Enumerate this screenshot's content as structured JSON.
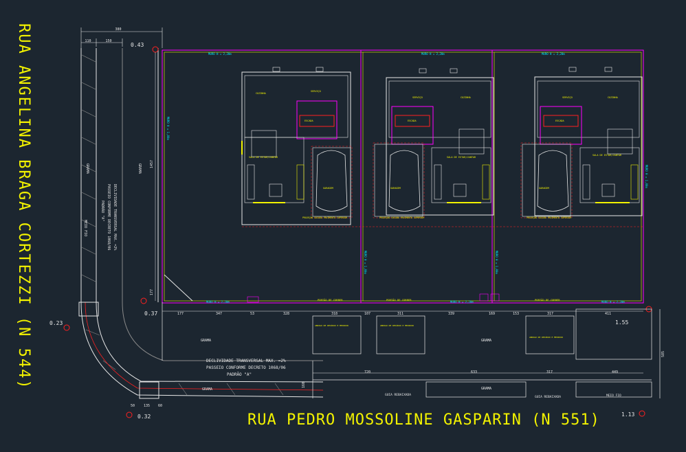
{
  "colors": {
    "background": "#1c2630",
    "white": "#e8e8e8",
    "yellow": "#f2f200",
    "magenta": "#ff00ff",
    "cyan": "#00e8ff",
    "red": "#ff2020",
    "green": "#20ff40",
    "grey": "#8a8a8a"
  },
  "streets": {
    "left": "RUA ANGELINA BRAGA CORTEZZI (N 544)",
    "bottom": "RUA PEDRO MOSSOLINE GASPARIN (N 551)"
  },
  "levels": {
    "l1": "0.43",
    "l2": "0.37",
    "l3": "0.23",
    "l4": "0.32",
    "l5": "1.55",
    "l6": "1.13"
  },
  "dims": {
    "top_total": "380",
    "top_a": "110",
    "top_b": "150",
    "row": [
      "177",
      "347",
      "53",
      "328",
      "318",
      "107",
      "311",
      "339",
      "169",
      "153",
      "317",
      "411"
    ],
    "row2": [
      "720",
      "633",
      "317",
      "449"
    ],
    "bottom": [
      "50",
      "135",
      "60"
    ],
    "vert_left": "1457",
    "vert_small": "177",
    "vert_side": "160",
    "vert_right": "585"
  },
  "labels": {
    "muro_top_1": "MURO H = 2,20m",
    "muro_top_2": "MURO H = 2,20m",
    "muro_top_3": "MURO H = 2,20m",
    "muro_bot_1": "MURO H = 2,20m",
    "muro_bot_2": "MURO H = 2,20m",
    "muro_bot_3": "MURO H = 2,20m",
    "muro_side_1": "MURO H = 1,80m",
    "muro_side_2": "MURO H = 1,80m",
    "muro_side_3": "MURO H = 1,80m",
    "muro_left": "MURO H = 1,80m",
    "portao_1": "PORTÃO DE CORRER",
    "portao_2": "PORTÃO DE CORRER",
    "portao_3": "PORTÃO DE CORRER",
    "grama_1": "GRAMA",
    "grama_2": "GRAMA",
    "grama_3": "GRAMA",
    "grama_4": "GRAMA",
    "guia_1": "GUIA REBAIXADA",
    "guia_2": "GUIA REBAIXADA",
    "meio_fio": "MEIO FIO",
    "declividade": "DECLIVIDADE TRANSVERSAL MAX. =2%",
    "passeio": "PASSEIO CONFORME DECRETO 1068/06",
    "padrao": "PADRÃO \"A\"",
    "decl_vertical": "DECLIVIDADE TRANSVERSAL MAX. =2%",
    "passeio_vertical": "PASSEIO CONFORME DECRETO 1068/06",
    "padrao_vertical": "PADRÃO \"A\"",
    "meio_fio_vertical": "MEIO FIO",
    "grama_vertical_1": "GRAMA",
    "grama_vertical_2": "GRAMA",
    "abrigo_1": "ABRIGO DE RESÍDUO E MEDIDOR",
    "abrigo_2": "ABRIGO DE RESÍDUO E MEDIDOR",
    "abrigo_3": "ABRIGO DE RESÍDUO E MEDIDOR",
    "cozinha": "COZINHA",
    "servico": "SERVIÇO",
    "escada": "ESCADA",
    "sala": "SALA DE ESTAR/JANTAR",
    "garagem": "GARAGEM",
    "projecao": "PROJEÇÃO SACADA PAVIMENTO SUPERIOR"
  }
}
